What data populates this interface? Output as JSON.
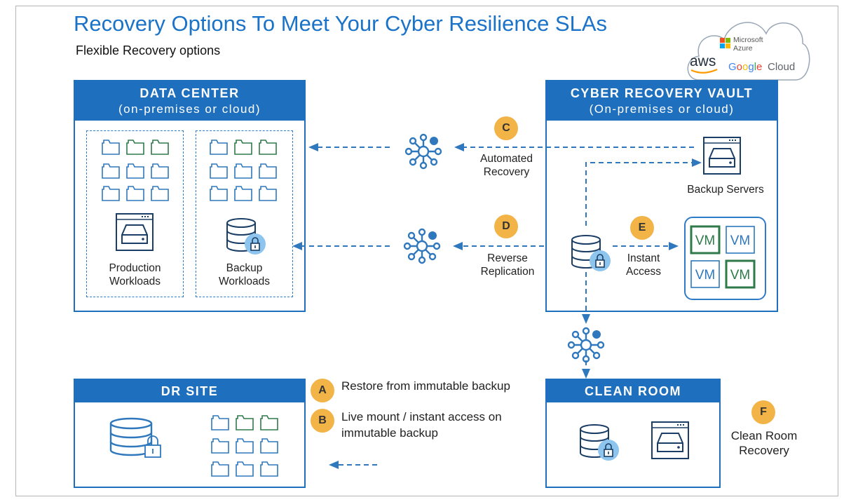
{
  "title": "Recovery Options To Meet Your Cyber Resilience SLAs",
  "subtitle": "Flexible Recovery options",
  "cloud": {
    "microsoft": "Microsoft",
    "azure": "Azure",
    "aws": "aws",
    "google": [
      "G",
      "o",
      "o",
      "g",
      "l",
      "e"
    ],
    "cloud": "Cloud"
  },
  "data_center": {
    "title": "DATA CENTER",
    "subtitle": "(on-premises or cloud)",
    "production": "Production\nWorkloads",
    "backup": "Backup\nWorkloads"
  },
  "vault": {
    "title": "CYBER RECOVERY VAULT",
    "subtitle": "(On-premises or cloud)",
    "backup_servers": "Backup Servers",
    "vm_label": "VM",
    "instant_access": "Instant\nAccess"
  },
  "flows": {
    "c_letter": "C",
    "c_label": "Automated\nRecovery",
    "d_letter": "D",
    "d_label": "Reverse\nReplication",
    "e_letter": "E",
    "f_letter": "F",
    "f_label": "Clean Room\nRecovery"
  },
  "dr_site": {
    "title": "DR SITE"
  },
  "clean_room": {
    "title": "CLEAN ROOM"
  },
  "legend": [
    {
      "letter": "A",
      "text": "Restore from immutable backup"
    },
    {
      "letter": "B",
      "text": "Live mount / instant access on\nimmutable backup"
    }
  ],
  "colors": {
    "blue": "#1f6fbf",
    "icon_blue": "#2f78bd",
    "green": "#2f7a4a",
    "orange": "#f2b347",
    "lock_fill": "#8ec5ee"
  },
  "icons": [
    "folder-icon",
    "server-icon",
    "database-lock-icon",
    "network-hub-icon",
    "vm-icon",
    "cloud-icon"
  ]
}
